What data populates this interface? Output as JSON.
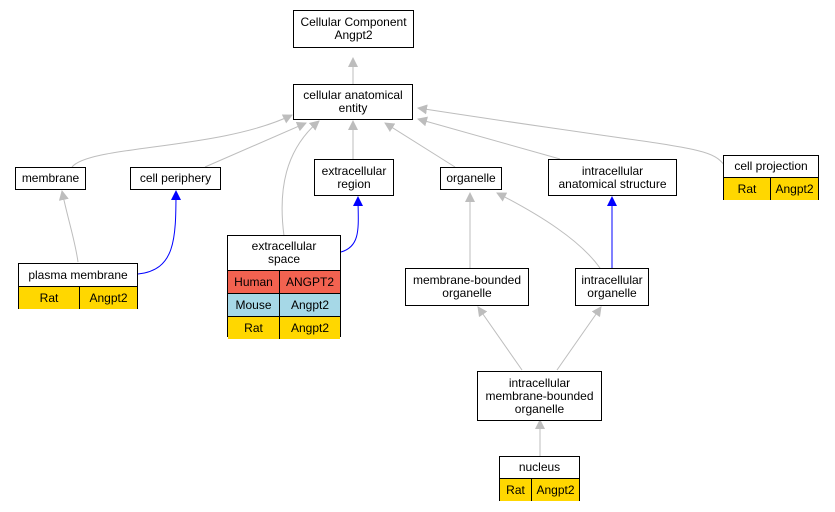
{
  "colors": {
    "rat": "#ffd700",
    "human": "#f26250",
    "mouse": "#a6d8e7",
    "edge_is_a": "#bdbdbd",
    "edge_part_of": "#0000ff"
  },
  "nodes": {
    "root": {
      "label": "Cellular Component\nAngpt2"
    },
    "entity": {
      "label": "cellular anatomical\nentity"
    },
    "membrane": {
      "label": "membrane"
    },
    "cell_periphery": {
      "label": "cell periphery"
    },
    "extracellular_region": {
      "label": "extracellular\nregion"
    },
    "organelle": {
      "label": "organelle"
    },
    "intracellular_structure": {
      "label": "intracellular\nanatomical structure"
    },
    "cell_projection": {
      "label": "cell projection",
      "rows": [
        [
          "Rat",
          "Angpt2"
        ]
      ]
    },
    "plasma_membrane": {
      "label": "plasma membrane",
      "rows": [
        [
          "Rat",
          "Angpt2"
        ]
      ]
    },
    "extracellular_space": {
      "label": "extracellular\nspace",
      "rows": [
        [
          "Human",
          "ANGPT2"
        ],
        [
          "Mouse",
          "Angpt2"
        ],
        [
          "Rat",
          "Angpt2"
        ]
      ]
    },
    "membrane_bounded_organelle": {
      "label": "membrane-bounded\norganelle"
    },
    "intracellular_organelle": {
      "label": "intracellular\norganelle"
    },
    "intracellular_mb_organelle": {
      "label": "intracellular\nmembrane-bounded\norganelle"
    },
    "nucleus": {
      "label": "nucleus",
      "rows": [
        [
          "Rat",
          "Angpt2"
        ]
      ]
    }
  }
}
